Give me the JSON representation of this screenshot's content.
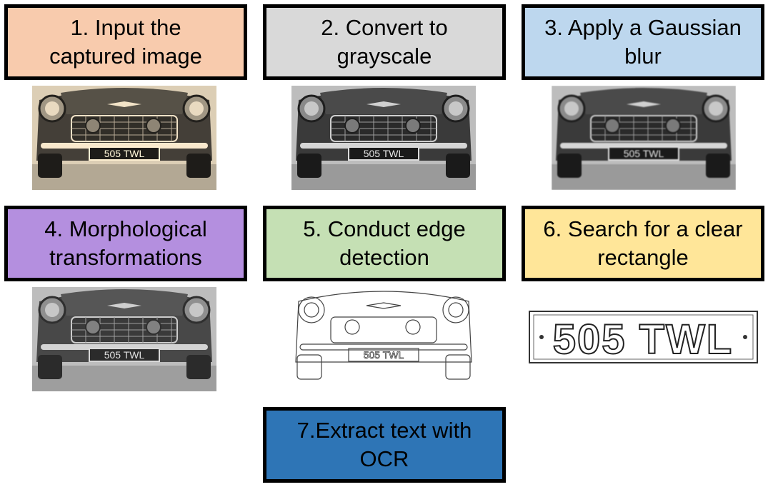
{
  "steps": [
    {
      "label": "1. Input the\ncaptured image",
      "color": "#f8cbad"
    },
    {
      "label": "2. Convert to\ngrayscale",
      "color": "#d9d9d9"
    },
    {
      "label": "3. Apply a Gaussian\nblur",
      "color": "#bdd7ee"
    },
    {
      "label": "4. Morphological\ntransformations",
      "color": "#b48fdf"
    },
    {
      "label": "5. Conduct edge\ndetection",
      "color": "#c5e0b4"
    },
    {
      "label": "6. Search for a clear\nrectangle",
      "color": "#ffe699"
    },
    {
      "label": "7.Extract text with\nOCR",
      "color": "#2e75b6"
    }
  ],
  "plate_text": "505 TWL",
  "icons": {
    "car_photo": "car-front-photo",
    "plate_photo": "license-plate-photo"
  }
}
